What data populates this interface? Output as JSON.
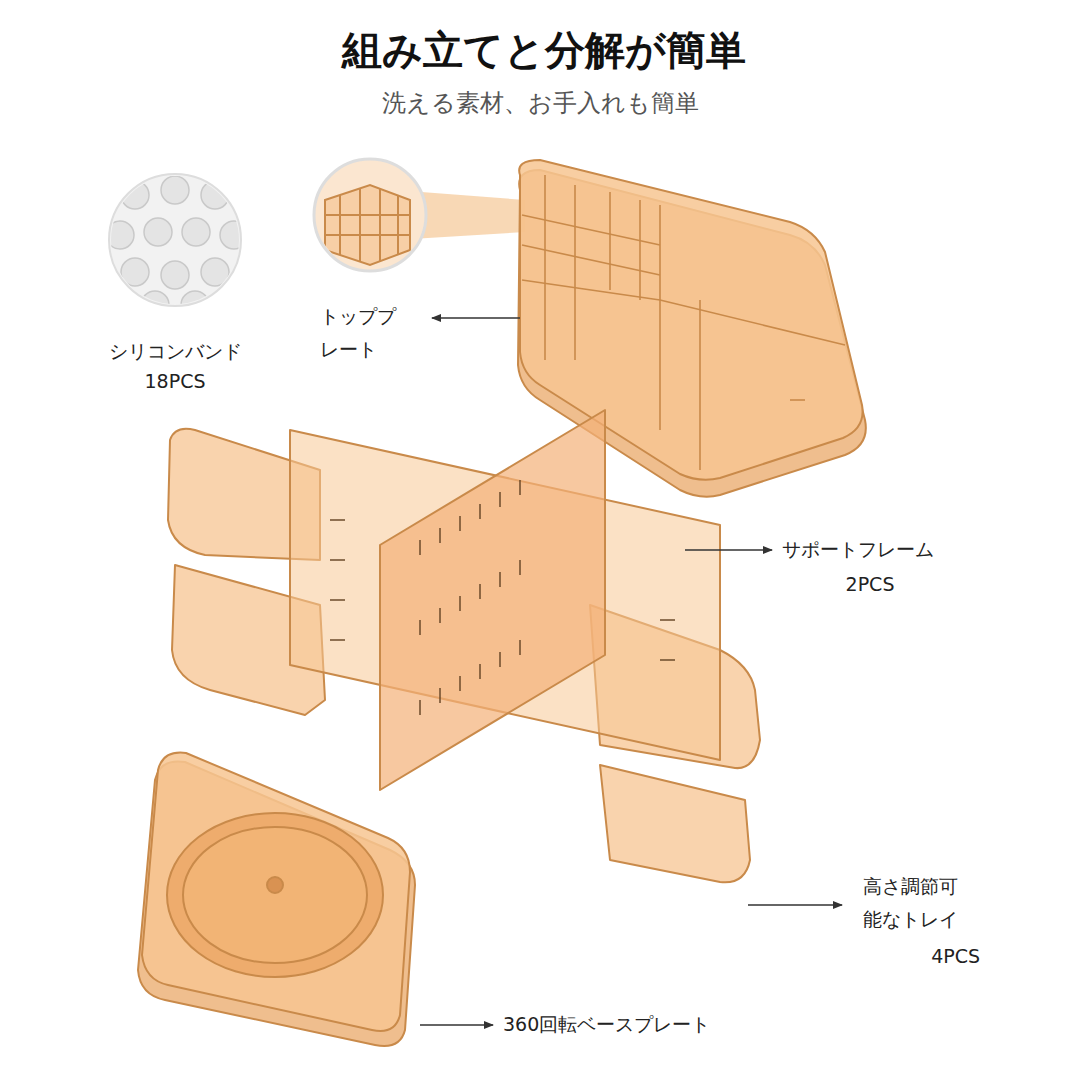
{
  "diagram": {
    "title": "組み立てと分解が簡単",
    "labels": [
      "洗える素材、お手入れも簡単",
      "シリコンバンド",
      "18PCS",
      "トッププレート",
      "サポートフレーム",
      "2PCS",
      "高さ調節可能なトレイ",
      "4PCS",
      "360回転ベースプレート"
    ]
  }
}
